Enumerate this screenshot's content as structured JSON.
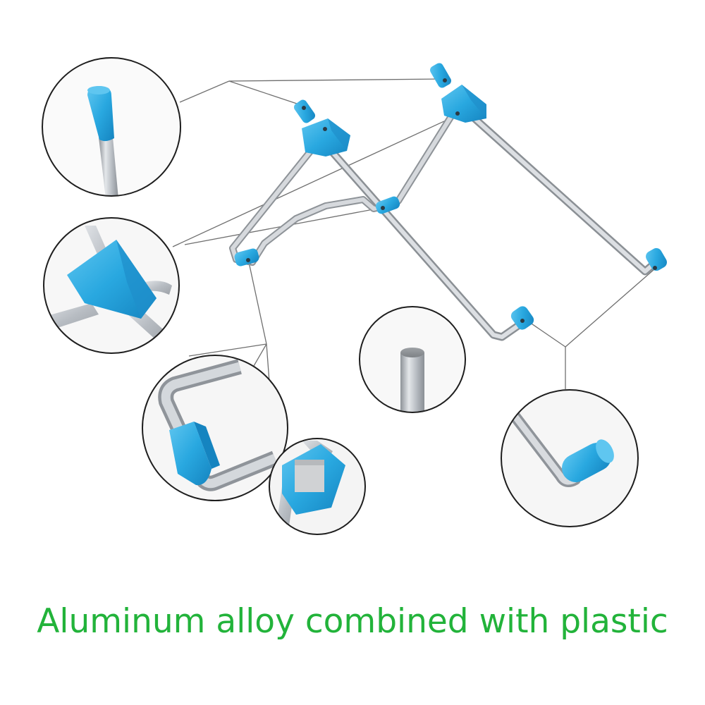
{
  "caption": "Aluminum alloy combined with plastic",
  "colors": {
    "caption": "#22b33a",
    "plastic": "#29a8e0",
    "plastic_dark": "#1584c0",
    "metal": "#c2c6cb",
    "metal_dark": "#8c9196",
    "leader_line": "#6f6f6f",
    "circle_border": "#1e1e1e"
  },
  "icons": {
    "stand": "laptop-stand-illustration",
    "detail_top_cap": "blue-tube-cap-detail",
    "detail_joint": "blue-triangle-joint-detail",
    "detail_clip": "blue-clip-detail",
    "detail_end": "tube-end-cap-detail",
    "detail_cross_section": "aluminum-tube-cross-section",
    "detail_foot": "blue-foot-cap-detail"
  }
}
